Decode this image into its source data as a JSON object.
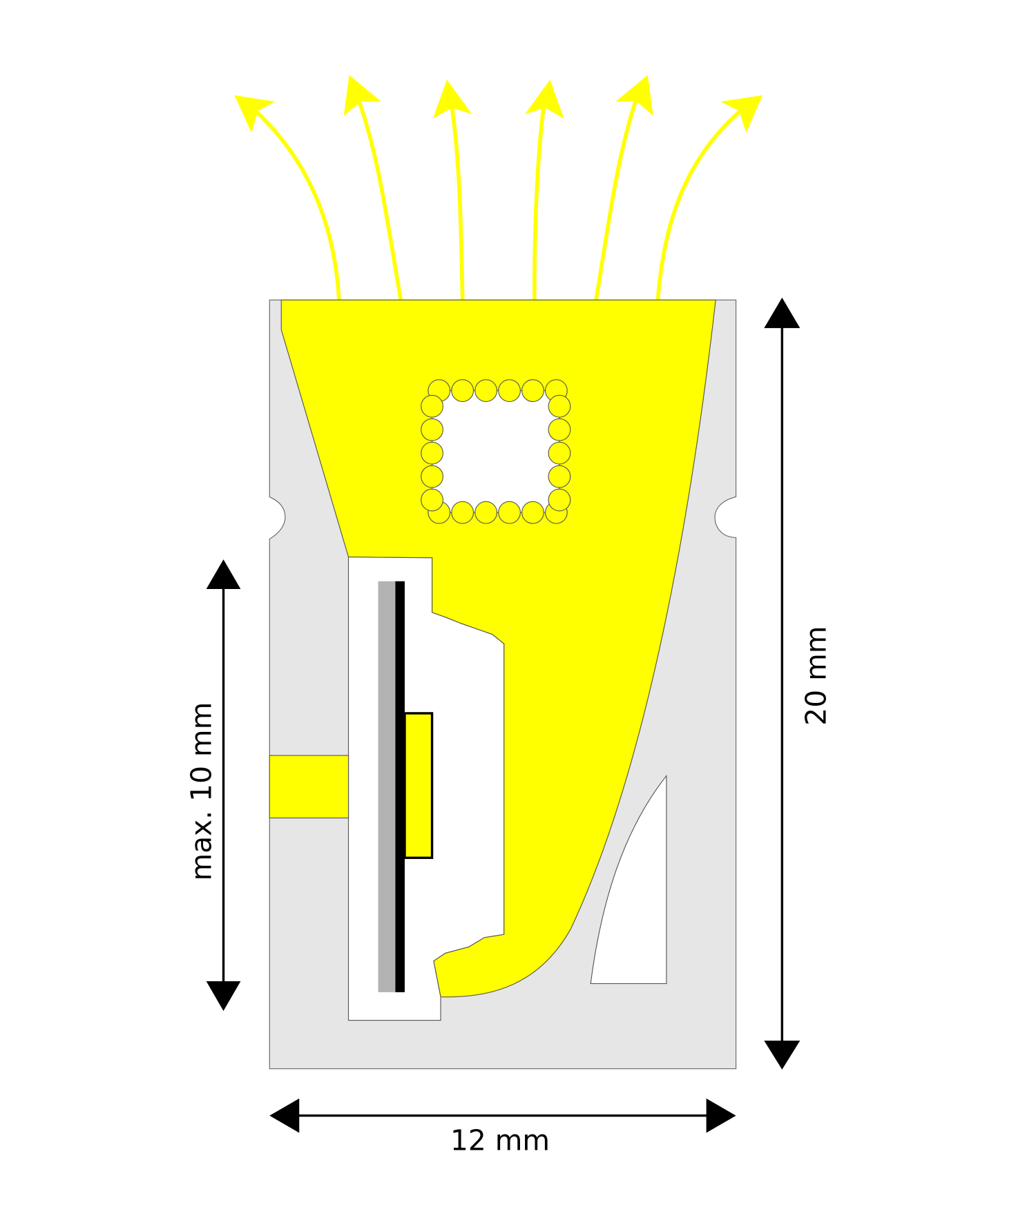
{
  "diagram": {
    "labels": {
      "width": "12 mm",
      "height": "20 mm",
      "max_depth": "max. 10 mm"
    },
    "colors": {
      "light": "#ffff00",
      "profile": "#e6e6e6",
      "pcb": "#b3b3b3",
      "outline": "#000000"
    }
  }
}
